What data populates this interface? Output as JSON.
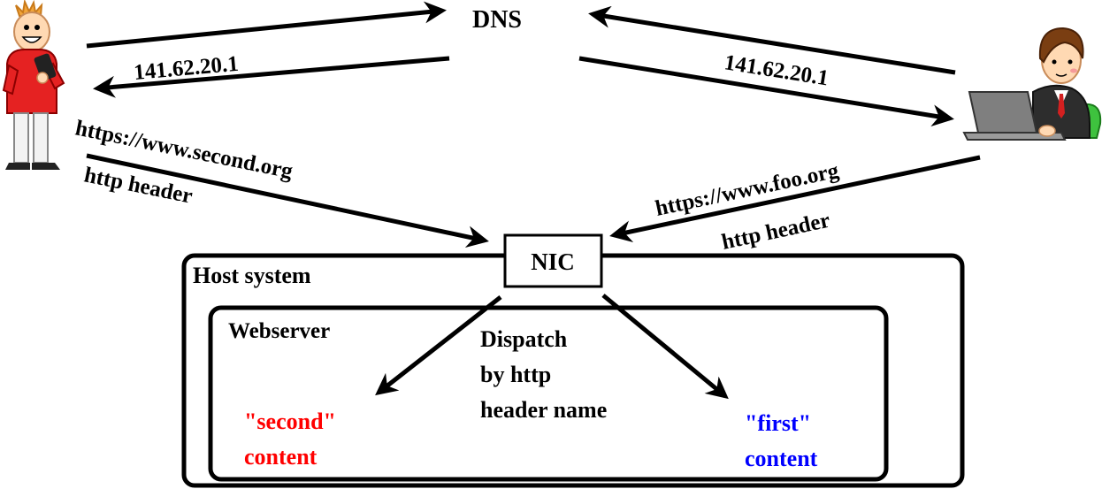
{
  "dns_label": "DNS",
  "nic_label": "NIC",
  "host_system_label": "Host system",
  "webserver_label": "Webserver",
  "dispatch_lines": [
    "Dispatch",
    "by http",
    "header name"
  ],
  "left_client": {
    "ip": "141.62.20.1",
    "url": "https://www.second.org",
    "header": "http header"
  },
  "right_client": {
    "ip": "141.62.20.1",
    "url": "https://www.foo.org",
    "header": "http header"
  },
  "second_content": {
    "line1": "\"second\"",
    "line2": "content",
    "color": "#ff0000"
  },
  "first_content": {
    "line1": "\"first\"",
    "line2": "content",
    "color": "#0000ff"
  },
  "colors": {
    "ink": "#000000",
    "red": "#ff0000",
    "blue": "#0000ff"
  }
}
